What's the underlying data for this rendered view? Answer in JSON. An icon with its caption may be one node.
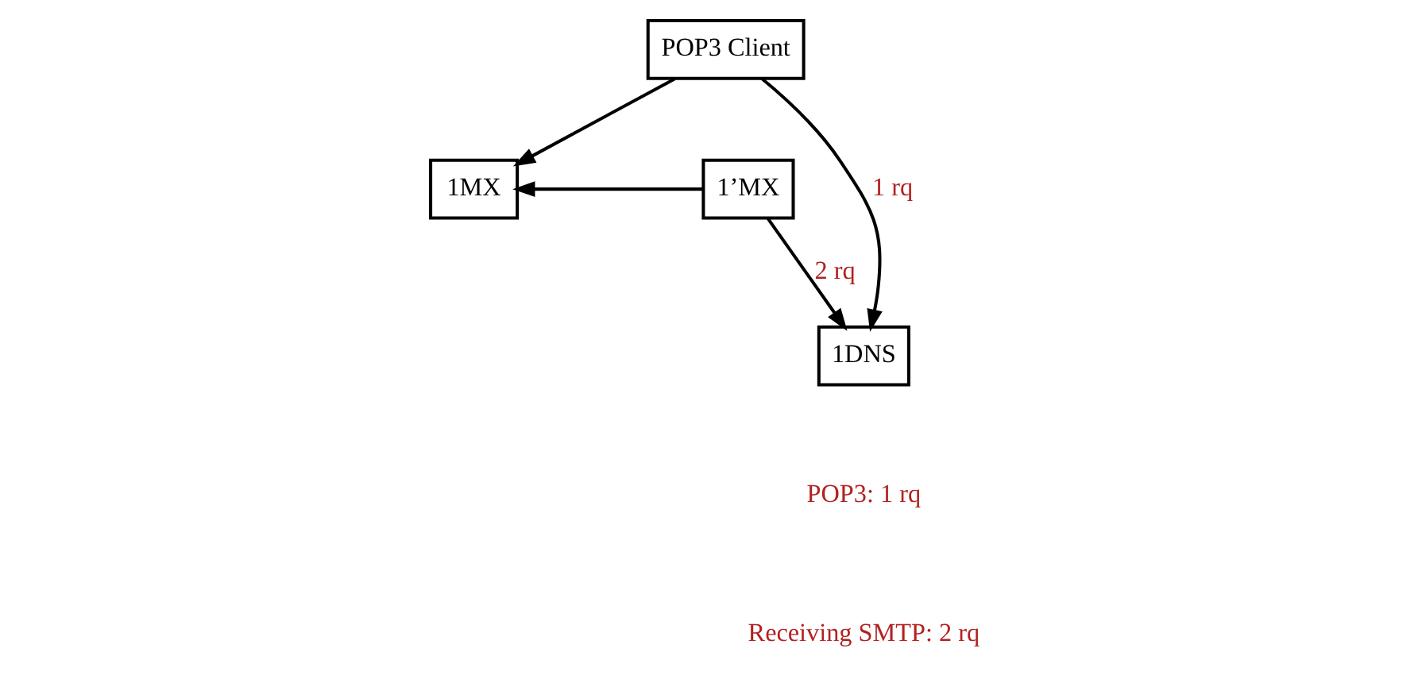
{
  "diagram": {
    "nodes": [
      {
        "text": [
          "1MX"
        ]
      },
      {
        "text": [
          "1’MX"
        ]
      },
      {
        "text": [
          "1DNS"
        ]
      },
      {
        "text": [
          "POP3 Client"
        ]
      }
    ],
    "edges": [
      {
        "from": 1,
        "to": 0,
        "arrow": "to"
      },
      {
        "from": 1,
        "to": 2,
        "arrow": "to",
        "label": "2 rq"
      },
      {
        "from": 3,
        "to": 0,
        "arrow": "to"
      },
      {
        "from": 3,
        "to": 2,
        "arrow": "to",
        "label": "1 rq"
      }
    ],
    "labels": [
      "POP3: 1 rq",
      "Receiving SMTP: 2 rq"
    ]
  }
}
